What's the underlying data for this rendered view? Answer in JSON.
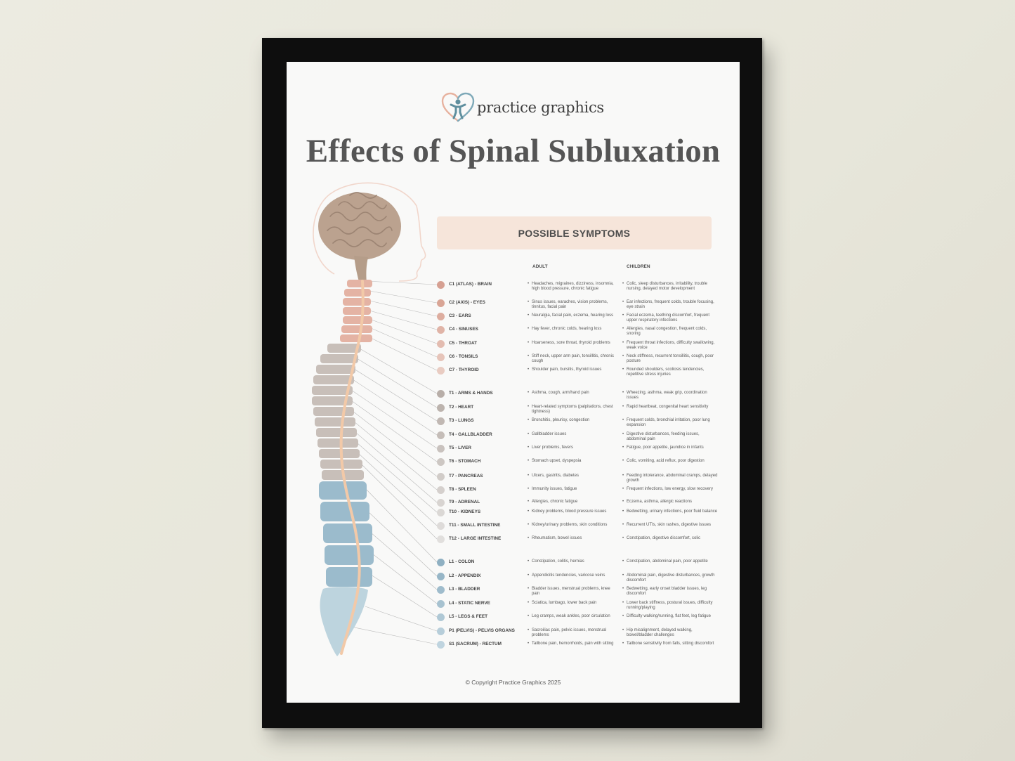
{
  "logo": {
    "text": "practice graphics"
  },
  "title": "Effects of Spinal Subluxation",
  "banner": "POSSIBLE SYMPTOMS",
  "columns": {
    "adult": "ADULT",
    "children": "CHILDREN"
  },
  "colors": {
    "cervical": "#d9a79a",
    "thoracic": "#c8bfb9",
    "lumbar": "#96b7c8",
    "sacral": "#b6d0dc",
    "brain": "#bba28f",
    "nerve": "#f2c9a8"
  },
  "rows": [
    {
      "level": "C1 (ATLAS) - BRAIN",
      "color": "#d6a092",
      "adult": "Headaches, migraines, dizziness, insomnia, high blood pressure, chronic fatigue",
      "child": "Colic, sleep disturbances, irritability, trouble nursing, delayed motor development"
    },
    {
      "level": "C2 (AXIS) - EYES",
      "color": "#d9a595",
      "adult": "Sinus issues, earaches, vision problems, tinnitus, facial pain",
      "child": "Ear infections, frequent colds, trouble focusing, eye strain"
    },
    {
      "level": "C3 - EARS",
      "color": "#ddad9f",
      "adult": "Neuralgia, facial pain, eczema, hearing loss",
      "child": "Facial eczema, teething discomfort, frequent upper respiratory infections"
    },
    {
      "level": "C4 - SINUSES",
      "color": "#e0b4a7",
      "adult": "Hay fever, chronic colds, hearing loss",
      "child": "Allergies, nasal congestion, frequent colds, snoring"
    },
    {
      "level": "C5 - THROAT",
      "color": "#e3bcb0",
      "adult": "Hoarseness, sore throat, thyroid problems",
      "child": "Frequent throat infections, difficulty swallowing, weak voice"
    },
    {
      "level": "C6 - TONSILS",
      "color": "#e6c4b9",
      "adult": "Stiff neck, upper arm pain, tonsillitis, chronic cough",
      "child": "Neck stiffness, recurrent tonsillitis, cough, poor posture"
    },
    {
      "level": "C7 - THYROID",
      "color": "#e9ccc2",
      "adult": "Shoulder pain, bursitis, thyroid issues",
      "child": "Rounded shoulders, scoliosis tendencies, repetitive stress injuries"
    },
    {
      "level": "T1 - ARMS & HANDS",
      "color": "#b8aea8",
      "adult": "Asthma, cough, arm/hand pain",
      "child": "Wheezing, asthma, weak grip, coordination issues"
    },
    {
      "level": "T2 - HEART",
      "color": "#bcb3ad",
      "adult": "Heart-related symptoms (palpitations, chest tightness)",
      "child": "Rapid heartbeat, congenital heart sensitivity"
    },
    {
      "level": "T3 - LUNGS",
      "color": "#c1b8b3",
      "adult": "Bronchitis, pleurisy, congestion",
      "child": "Frequent colds, bronchial irritation, poor lung expansion"
    },
    {
      "level": "T4 - GALLBLADDER",
      "color": "#c5bdb8",
      "adult": "Gallbladder issues",
      "child": "Digestive disturbances, feeding issues, abdominal pain"
    },
    {
      "level": "T5 - LIVER",
      "color": "#c9c2be",
      "adult": "Liver problems, fevers",
      "child": "Fatigue, poor appetite, jaundice in infants"
    },
    {
      "level": "T6 - STOMACH",
      "color": "#cdc7c3",
      "adult": "Stomach upset, dyspepsia",
      "child": "Colic, vomiting, acid reflux, poor digestion"
    },
    {
      "level": "T7 - PANCREAS",
      "color": "#d1ccc8",
      "adult": "Ulcers, gastritis, diabetes",
      "child": "Feeding intolerance, abdominal cramps, delayed growth"
    },
    {
      "level": "T8 - SPLEEN",
      "color": "#d5d0cd",
      "adult": "Immunity issues, fatigue",
      "child": "Frequent infections, low energy, slow recovery"
    },
    {
      "level": "T9 - ADRENAL",
      "color": "#d8d4d1",
      "adult": "Allergies, chronic fatigue",
      "child": "Eczema, asthma, allergic reactions"
    },
    {
      "level": "T10 - KIDNEYS",
      "color": "#dbd8d5",
      "adult": "Kidney problems, blood pressure issues",
      "child": "Bedwetting, urinary infections, poor fluid balance"
    },
    {
      "level": "T11 - SMALL INTESTINE",
      "color": "#dedbd9",
      "adult": "Kidney/urinary problems, skin conditions",
      "child": "Recurrent UTIs, skin rashes, digestive issues"
    },
    {
      "level": "T12 - LARGE INTESTINE",
      "color": "#e1dfdd",
      "adult": "Rheumatism, bowel issues",
      "child": "Constipation, digestive discomfort, colic"
    },
    {
      "level": "L1 - COLON",
      "color": "#8fb0c2",
      "adult": "Constipation, colitis, hernias",
      "child": "Constipation, abdominal pain, poor appetite"
    },
    {
      "level": "L2 - APPENDIX",
      "color": "#97b6c7",
      "adult": "Appendicitis tendencies, varicose veins",
      "child": "Abdominal pain, digestive disturbances, growth discomfort"
    },
    {
      "level": "L3 - BLADDER",
      "color": "#9fbccc",
      "adult": "Bladder issues, menstrual problems, knee pain",
      "child": "Bedwetting, early onset bladder issues, leg discomfort"
    },
    {
      "level": "L4 - STATIC NERVE",
      "color": "#a7c2d0",
      "adult": "Sciatica, lumbago, lower back pain",
      "child": "Lower back stiffness, postural issues, difficulty running/playing"
    },
    {
      "level": "L5 - LEGS & FEET",
      "color": "#afc8d5",
      "adult": "Leg cramps, weak ankles, poor circulation",
      "child": "Difficulty walking/running, flat feet, leg fatigue"
    },
    {
      "level": "P1 (PELVIS) - PELVIS ORGANS",
      "color": "#b7ceda",
      "adult": "Sacroiliac pain, pelvic issues, menstrual problems",
      "child": "Hip misalignment, delayed walking, bowel/bladder challenges"
    },
    {
      "level": "S1 (SACRUM) - RECTUM",
      "color": "#bfd4df",
      "adult": "Tailbone pain, hemorrhoids, pain with sitting",
      "child": "Tailbone sensitivity from falls, sitting discomfort"
    }
  ],
  "copyright": "© Copyright Practice Graphics 2025"
}
